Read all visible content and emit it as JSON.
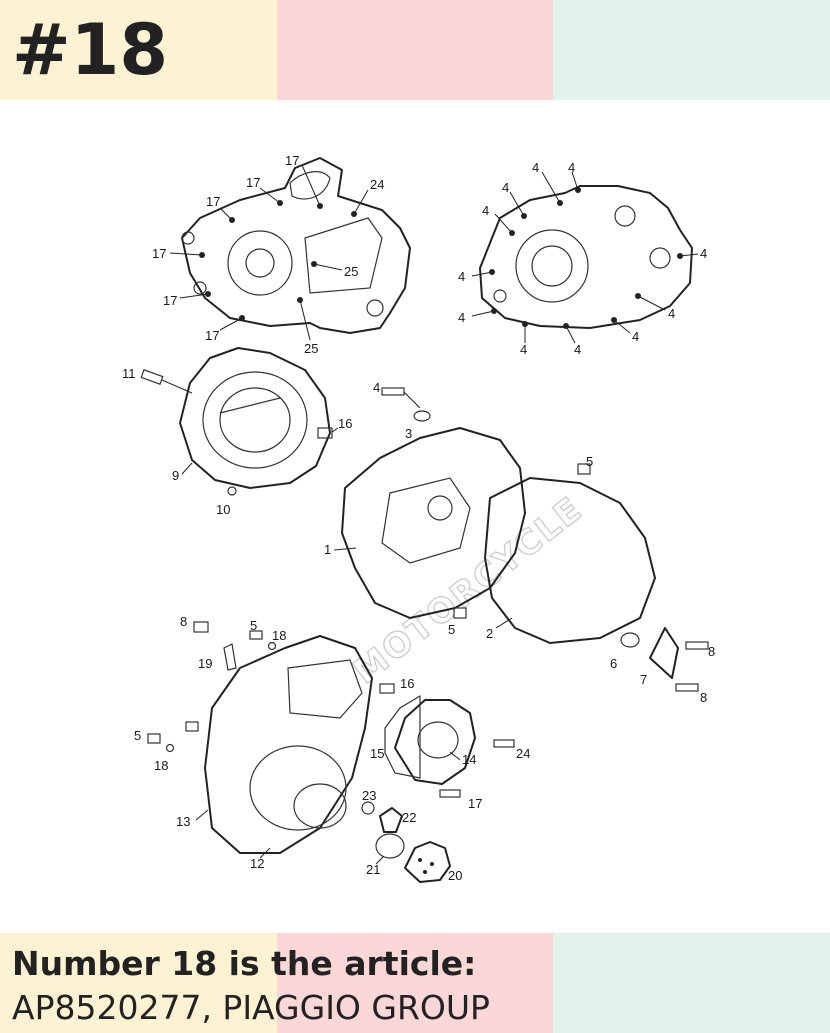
{
  "header": {
    "title": "#18"
  },
  "bands": {
    "colors": [
      "#fdf3d2",
      "#fbd7d7",
      "#e2f3ec"
    ]
  },
  "diagram": {
    "callouts": {
      "c1": "1",
      "c2": "2",
      "c3": "3",
      "c4": "4",
      "c5": "5",
      "c6": "6",
      "c7": "7",
      "c8": "8",
      "c9": "9",
      "c10": "10",
      "c11": "11",
      "c12": "12",
      "c13": "13",
      "c14": "14",
      "c15": "15",
      "c16": "16",
      "c17": "17",
      "c18": "18",
      "c19": "19",
      "c20": "20",
      "c21": "21",
      "c22": "22",
      "c23": "23",
      "c24": "24",
      "c25": "25"
    },
    "watermark": "MOTORCYCLE"
  },
  "caption": {
    "line1": "Number 18 is the article:",
    "line2": "AP8520277, PIAGGIO GROUP"
  }
}
